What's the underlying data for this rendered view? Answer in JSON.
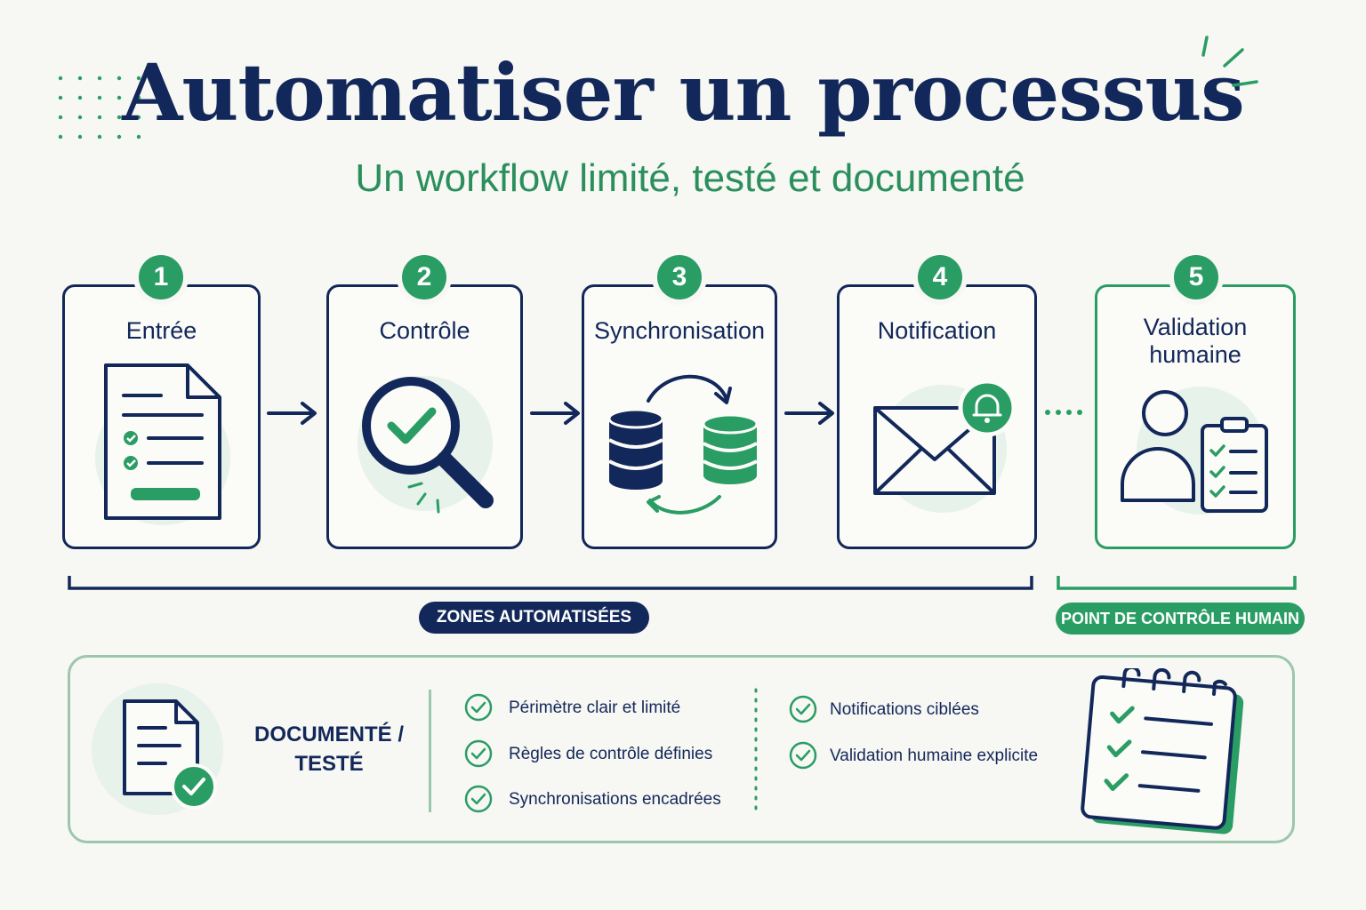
{
  "title": "Automatiser un processus",
  "subtitle": "Un workflow limité, testé et documenté",
  "steps": [
    {
      "number": "1",
      "label": "Entrée",
      "icon": "document-checklist-icon"
    },
    {
      "number": "2",
      "label": "Contrôle",
      "icon": "magnifier-check-icon"
    },
    {
      "number": "3",
      "label": "Synchronisation",
      "icon": "database-sync-icon"
    },
    {
      "number": "4",
      "label": "Notification",
      "icon": "envelope-bell-icon"
    },
    {
      "number": "5",
      "label_line1": "Validation",
      "label_line2": "humaine",
      "icon": "person-clipboard-icon"
    }
  ],
  "zones": {
    "automated": "ZONES AUTOMATISÉES",
    "human": "POINT DE CONTRÔLE HUMAIN"
  },
  "summary": {
    "doc_line1": "DOCUMENTÉ /",
    "doc_line2": "TESTÉ",
    "items": [
      "Périmètre clair et limité",
      "Règles de contrôle définies",
      "Synchronisations encadrées",
      "Notifications ciblées",
      "Validation humaine explicite"
    ]
  },
  "colors": {
    "navy": "#13285a",
    "green": "#2a9d64",
    "light_green": "#e6f2ea",
    "background": "#f7f7f3"
  }
}
